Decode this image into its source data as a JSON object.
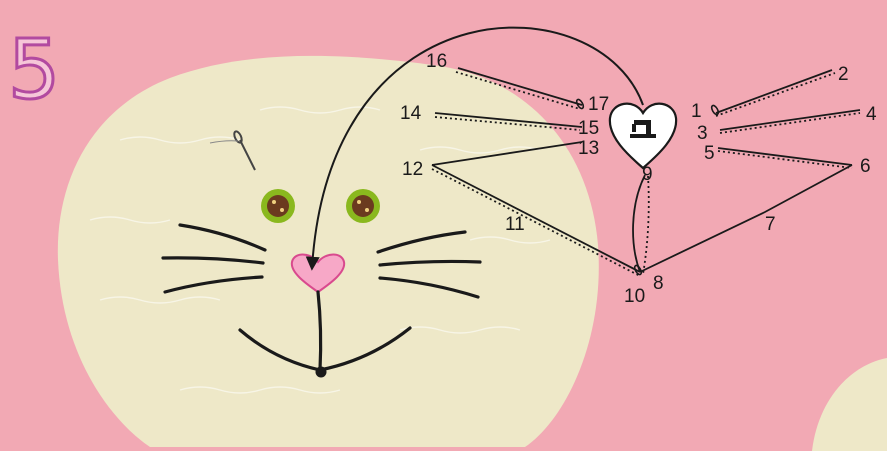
{
  "step_number": "5",
  "stitch_labels": [
    "1",
    "2",
    "3",
    "4",
    "5",
    "6",
    "7",
    "8",
    "9",
    "10",
    "11",
    "12",
    "13",
    "14",
    "15",
    "16",
    "17"
  ],
  "icons": {
    "needle": "needle-icon",
    "heart_nose": "heart-nose-icon",
    "sewing_machine": "sewing-machine-icon",
    "button_eye": "button-eye-icon"
  },
  "colors": {
    "background": "#f2a9b4",
    "cat_face": "#eee8c8",
    "thread": "#1a1a1a",
    "nose": "#f7a8c7",
    "eye_ring": "#8ab81e",
    "eye_center": "#6b3a1f",
    "step_number_outline": "#b24aa0"
  }
}
